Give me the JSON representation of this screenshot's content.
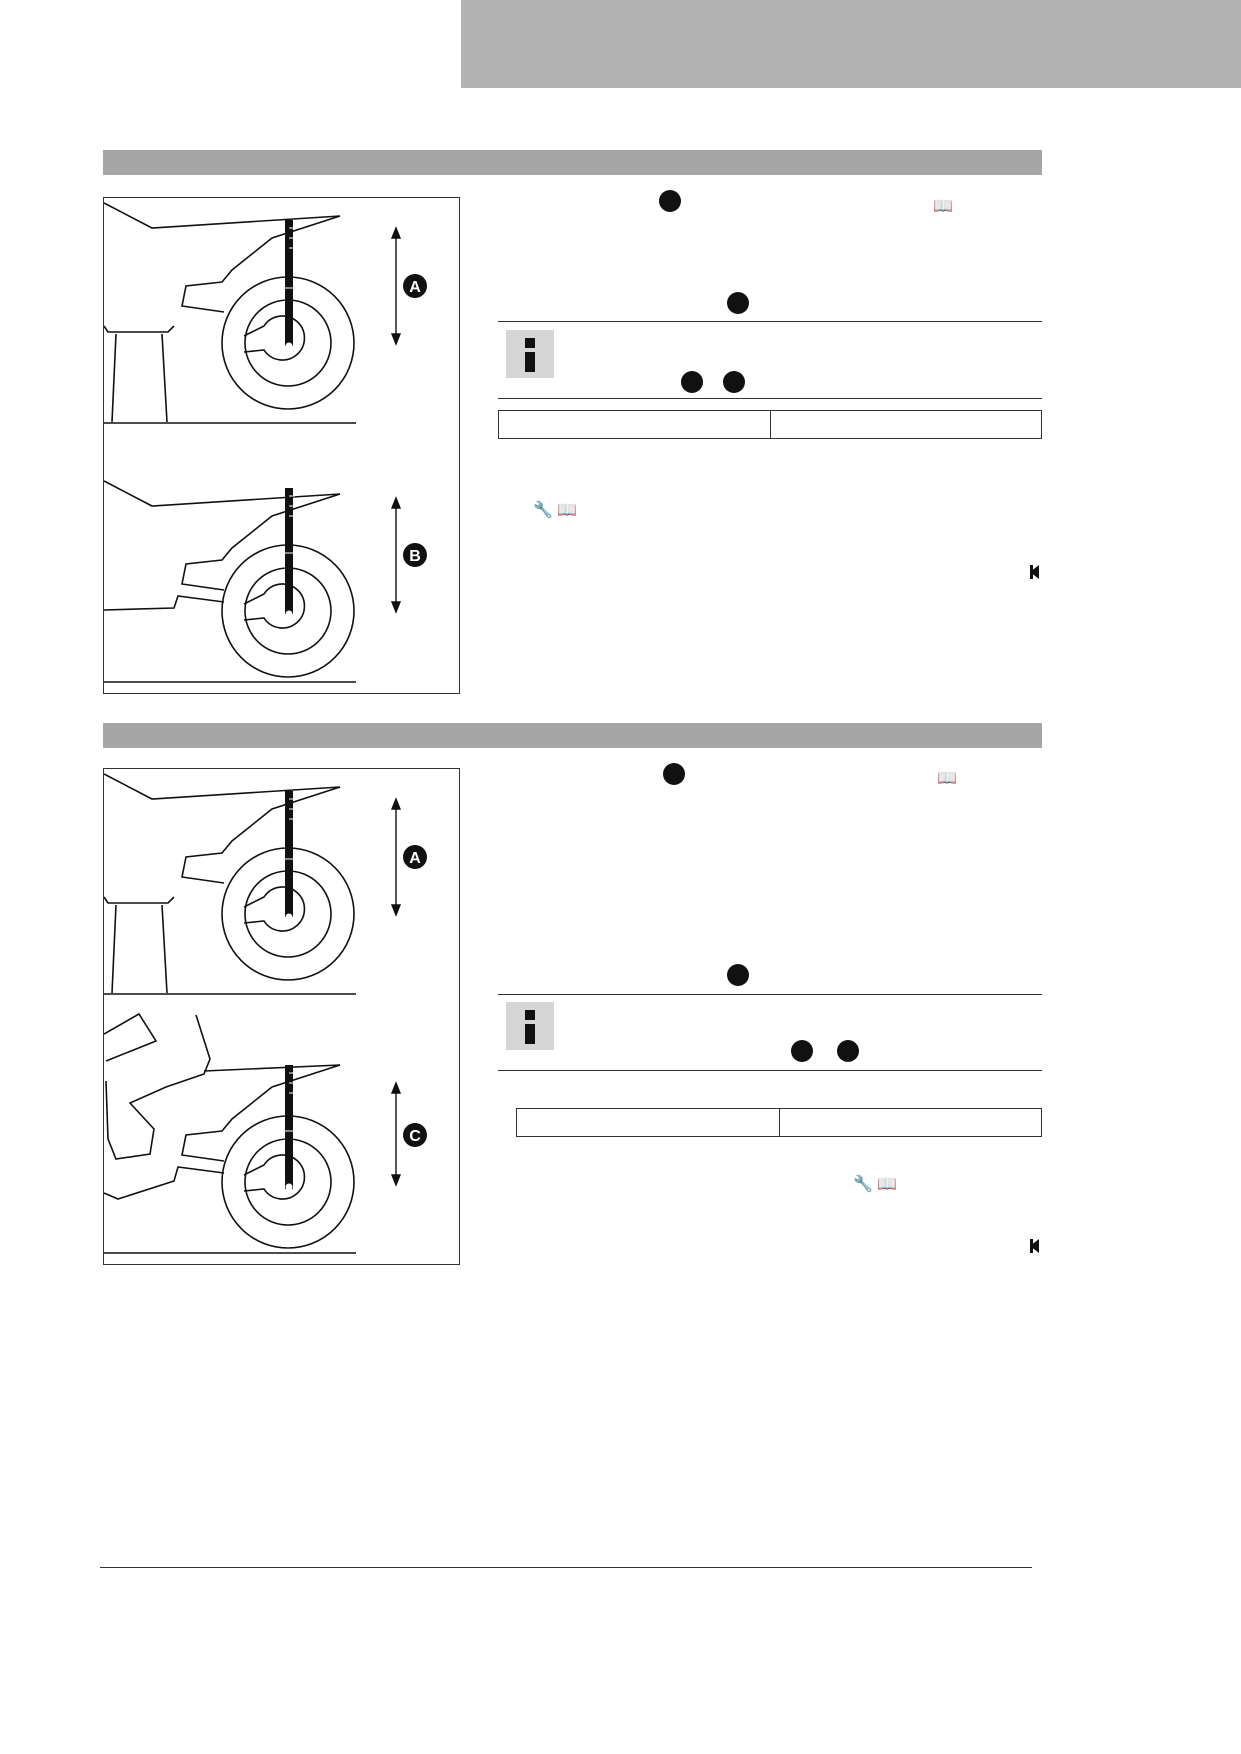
{
  "figures": {
    "fig1_top_label": "A",
    "fig1_bottom_label": "B",
    "fig2_top_label": "A",
    "fig2_bottom_label": "C"
  },
  "icons": {
    "book": "📖",
    "wrench": "🔧",
    "info": "info-icon",
    "end_marker": "end-of-section-marker"
  },
  "colors": {
    "header_tab": "#b3b3b3",
    "section_bar": "#a6a6a6",
    "info_box": "#d6d6d6"
  }
}
